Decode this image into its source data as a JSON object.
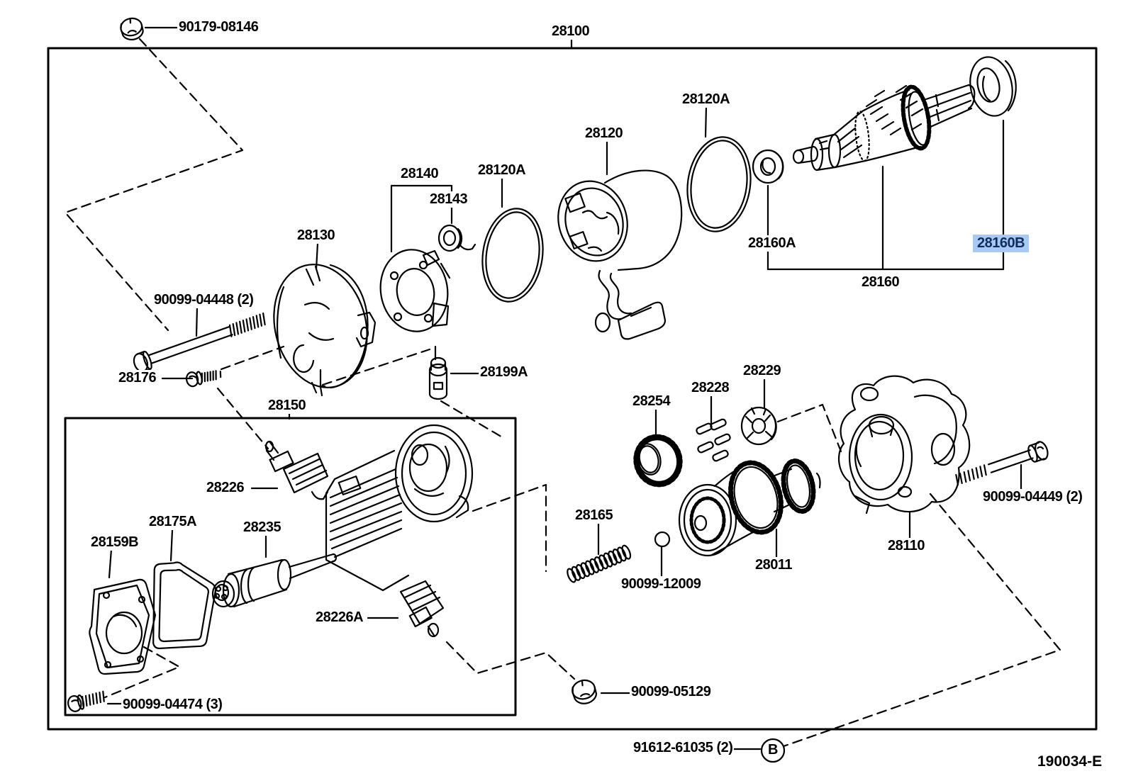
{
  "diagram": {
    "figure_code": "190034-E",
    "assembly_code": "28100",
    "subassembly_code": "28150",
    "highlighted_part": "28160B",
    "highlight_bg": "#A8C9F4",
    "highlight_text_color": "#132C5E",
    "callout": "B"
  },
  "labels": {
    "p90179_08146": "90179-08146",
    "p28100": "28100",
    "p28120a_left": "28120A",
    "p28120": "28120",
    "p28120a_right": "28120A",
    "p28140": "28140",
    "p28143": "28143",
    "p28130": "28130",
    "p90099_04448": "90099-04448 (2)",
    "p28176": "28176",
    "p28199a": "28199A",
    "p28150": "28150",
    "p28160a": "28160A",
    "p28160b": "28160B",
    "p28160": "28160",
    "p28226": "28226",
    "p28175a": "28175A",
    "p28159b": "28159B",
    "p28235": "28235",
    "p28226a": "28226A",
    "p90099_04474": "90099-04474 (3)",
    "p28254": "28254",
    "p28228": "28228",
    "p28229": "28229",
    "p28165": "28165",
    "p90099_12009": "90099-12009",
    "p28011": "28011",
    "p28110": "28110",
    "p90099_04449": "90099-04449 (2)",
    "p90099_05129": "90099-05129",
    "p91612_61035": "91612-61035 (2)",
    "callout_b": "B",
    "figure_code": "190034-E"
  }
}
